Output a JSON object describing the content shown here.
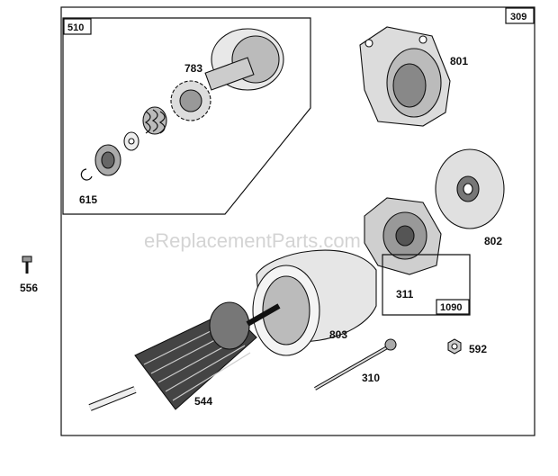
{
  "watermark": "eReplacementParts.com",
  "main_box": {
    "ref": "309"
  },
  "subassembly_starter_drive": {
    "ref": "510"
  },
  "subassembly_brush": {
    "ref": "1090"
  },
  "parts": {
    "drive_gear": "783",
    "retaining_ring": "615",
    "housing_end_cap": "801",
    "end_plate": "802",
    "brush_holder": "311",
    "fastener_bolt": "556",
    "housing_frame": "803",
    "nut": "592",
    "through_bolt": "310",
    "armature": "544"
  }
}
